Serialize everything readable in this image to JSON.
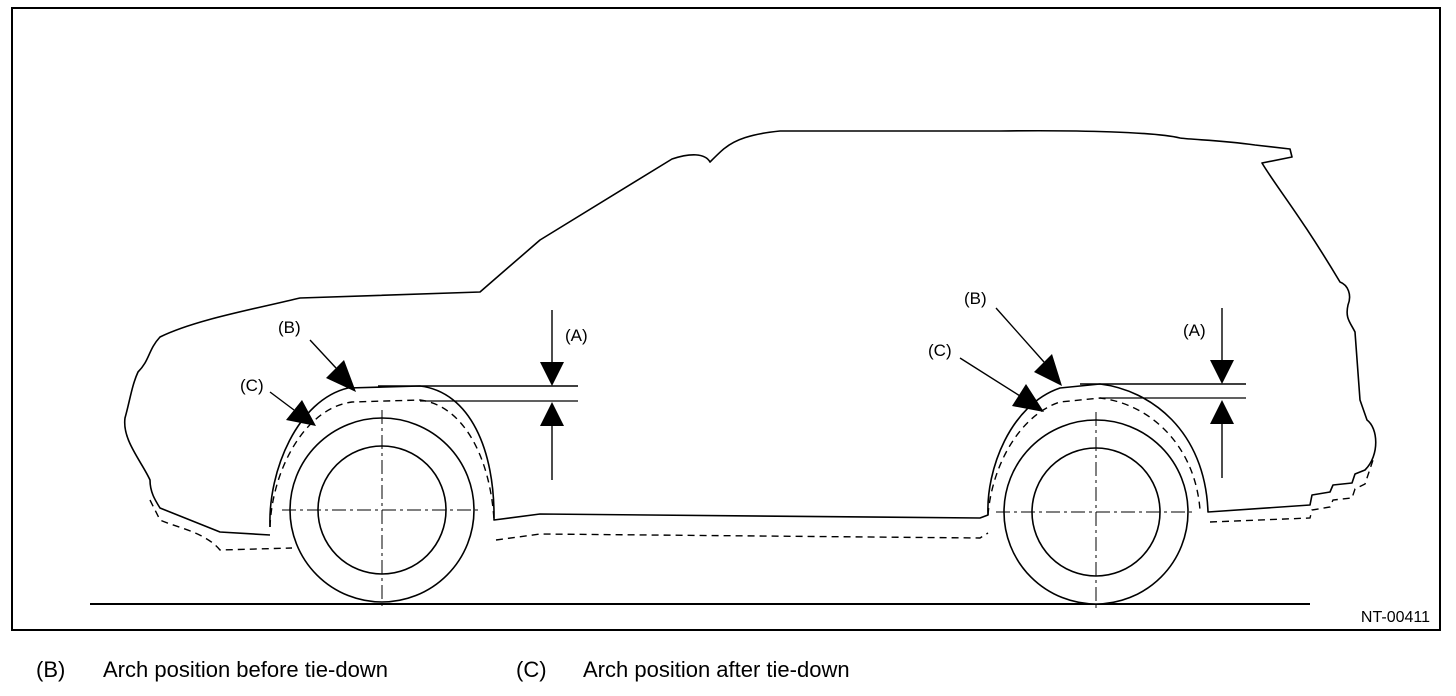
{
  "figure": {
    "code": "NT-00411",
    "labels": {
      "A": "(A)",
      "B": "(B)",
      "C": "(C)"
    }
  },
  "legend": [
    {
      "key": "(B)",
      "text": "Arch position before tie-down"
    },
    {
      "key": "(C)",
      "text": "Arch position after tie-down"
    }
  ]
}
